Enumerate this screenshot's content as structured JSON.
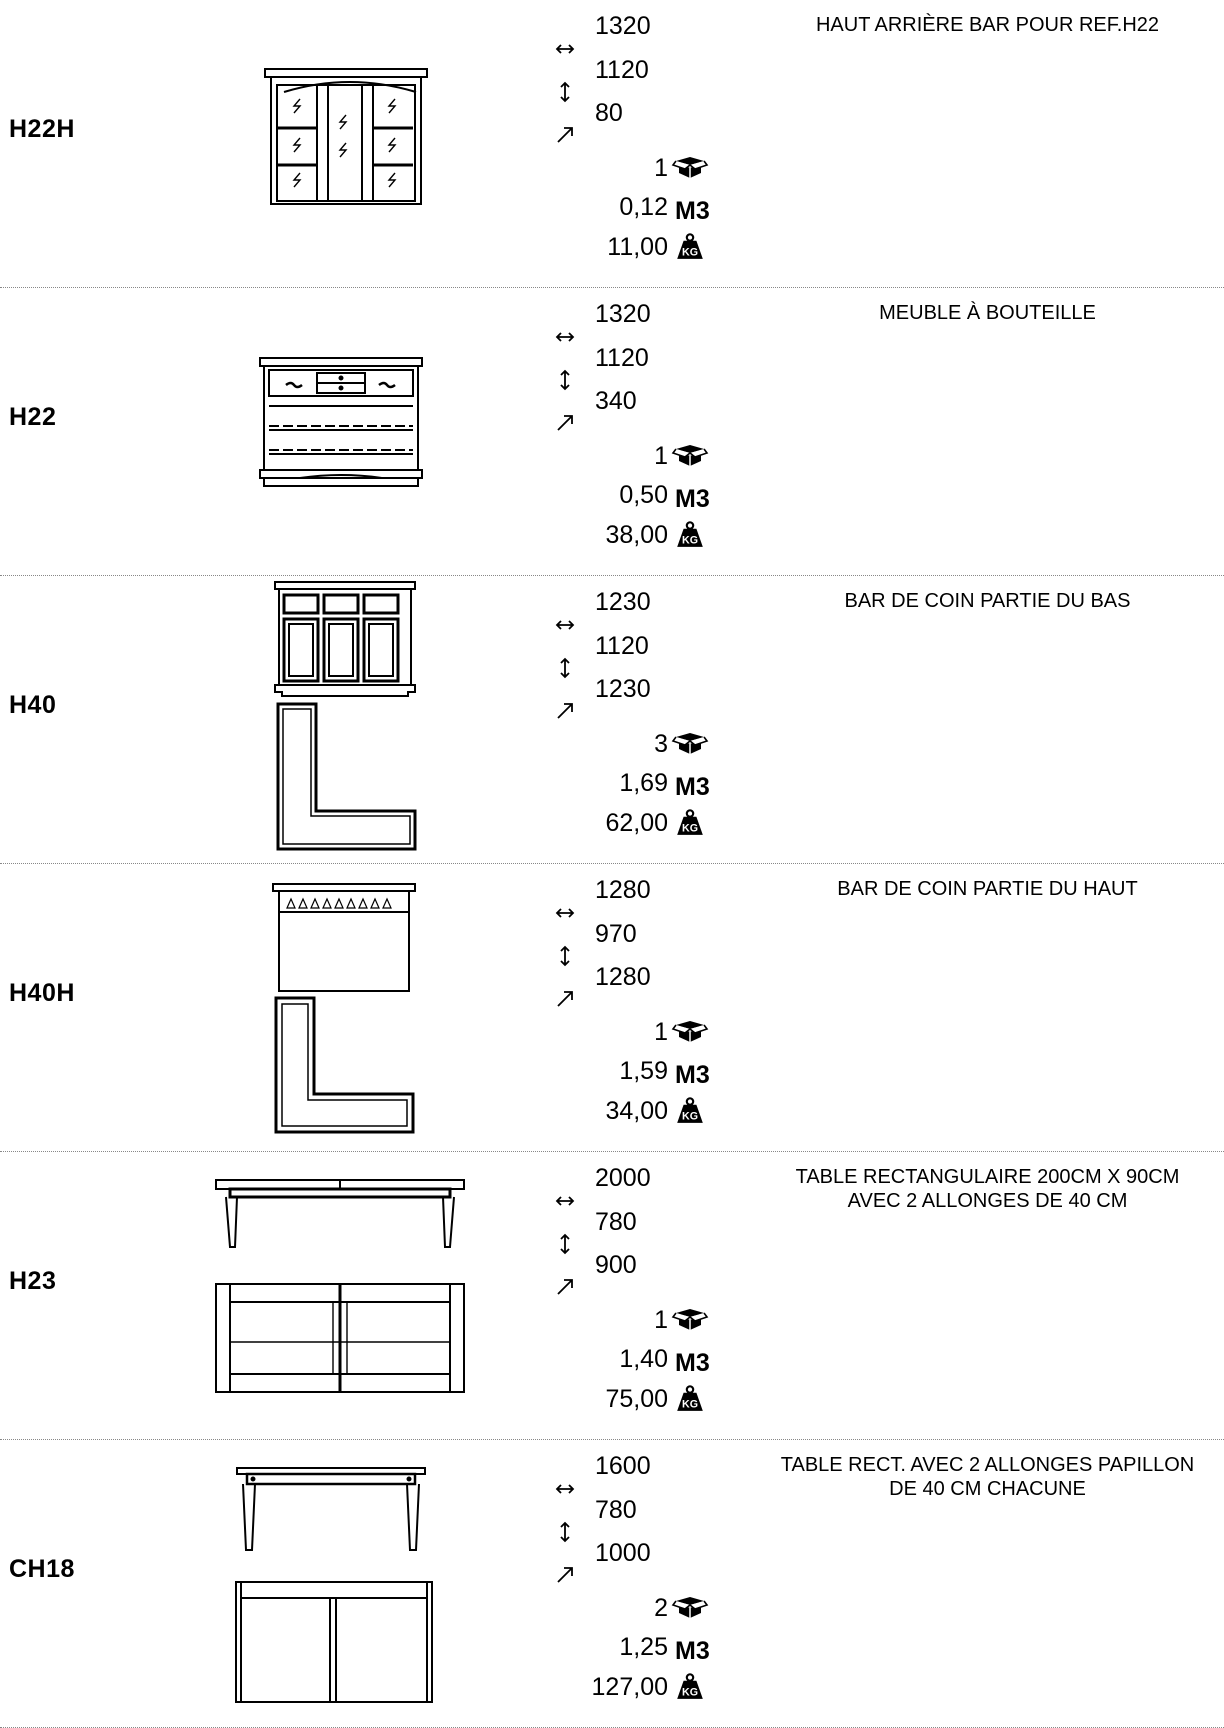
{
  "products": [
    {
      "code": "H22H",
      "width": "1320",
      "height": "1120",
      "depth": "80",
      "packages": "1",
      "volume": "0,12",
      "volume_unit": "M3",
      "weight": "11,00",
      "weight_unit": "KG",
      "description": "HAUT ARRIÈRE BAR POUR REF.H22",
      "drawing": "hutch-with-glass-shelves"
    },
    {
      "code": "H22",
      "width": "1320",
      "height": "1120",
      "depth": "340",
      "packages": "1",
      "volume": "0,50",
      "volume_unit": "M3",
      "weight": "38,00",
      "weight_unit": "KG",
      "description": "MEUBLE À BOUTEILLE",
      "drawing": "bottle-cabinet"
    },
    {
      "code": "H40",
      "width": "1230",
      "height": "1120",
      "depth": "1230",
      "packages": "3",
      "volume": "1,69",
      "volume_unit": "M3",
      "weight": "62,00",
      "weight_unit": "KG",
      "description": "BAR DE COIN PARTIE DU BAS",
      "drawing": "corner-bar-lower"
    },
    {
      "code": "H40H",
      "width": "1280",
      "height": "970",
      "depth": "1280",
      "packages": "1",
      "volume": "1,59",
      "volume_unit": "M3",
      "weight": "34,00",
      "weight_unit": "KG",
      "description": "BAR DE COIN PARTIE DU HAUT",
      "drawing": "corner-bar-upper"
    },
    {
      "code": "H23",
      "width": "2000",
      "height": "780",
      "depth": "900",
      "packages": "1",
      "volume": "1,40",
      "volume_unit": "M3",
      "weight": "75,00",
      "weight_unit": "KG",
      "description": "TABLE RECTANGULAIRE 200CM X 90CM\nAVEC 2 ALLONGES DE 40 CM",
      "drawing": "rectangular-table"
    },
    {
      "code": "CH18",
      "width": "1600",
      "height": "780",
      "depth": "1000",
      "packages": "2",
      "volume": "1,25",
      "volume_unit": "M3",
      "weight": "127,00",
      "weight_unit": "KG",
      "description": "TABLE RECT. AVEC 2 ALLONGES PAPILLON\nDE 40 CM CHACUNE",
      "drawing": "butterfly-table"
    }
  ],
  "icons": {
    "width": "horizontal-arrows-icon",
    "height": "vertical-arrows-icon",
    "depth": "diagonal-arrow-icon",
    "packages": "package-box-icon",
    "weight": "weight-kg-icon"
  }
}
